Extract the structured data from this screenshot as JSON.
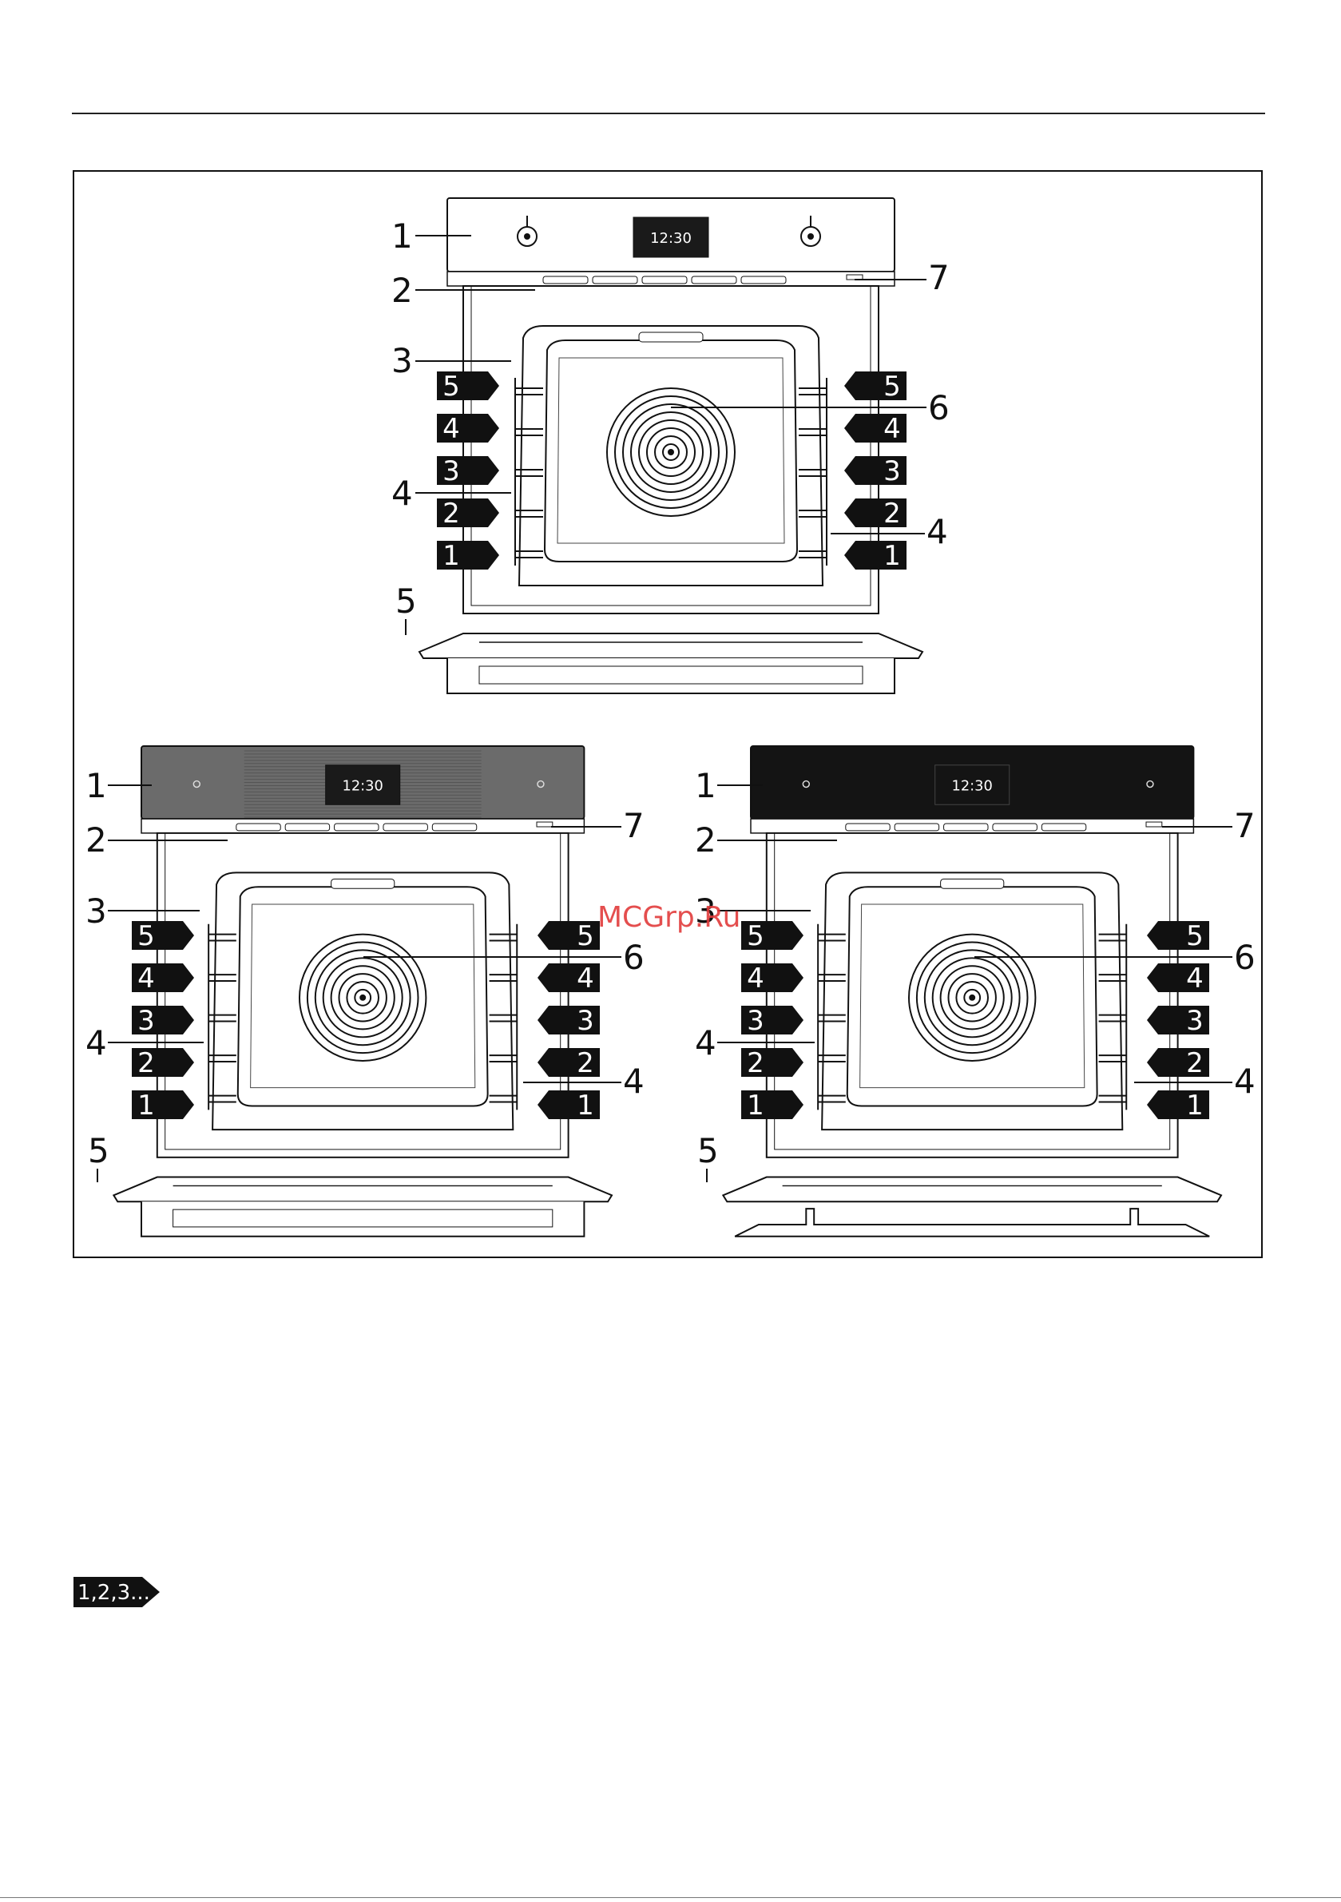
{
  "display_time": "12:30",
  "watermark": "MCGrp.Ru",
  "steps_badge": "1,2,3...",
  "callouts": {
    "c1": "1",
    "c2": "2",
    "c3": "3",
    "c4": "4",
    "c5": "5",
    "c6": "6",
    "c7": "7"
  },
  "shelf_levels": [
    "5",
    "4",
    "3",
    "2",
    "1"
  ],
  "panel_colors": {
    "steel": "#6b6b6b",
    "black": "#141414",
    "white_panel": "#ffffff"
  }
}
